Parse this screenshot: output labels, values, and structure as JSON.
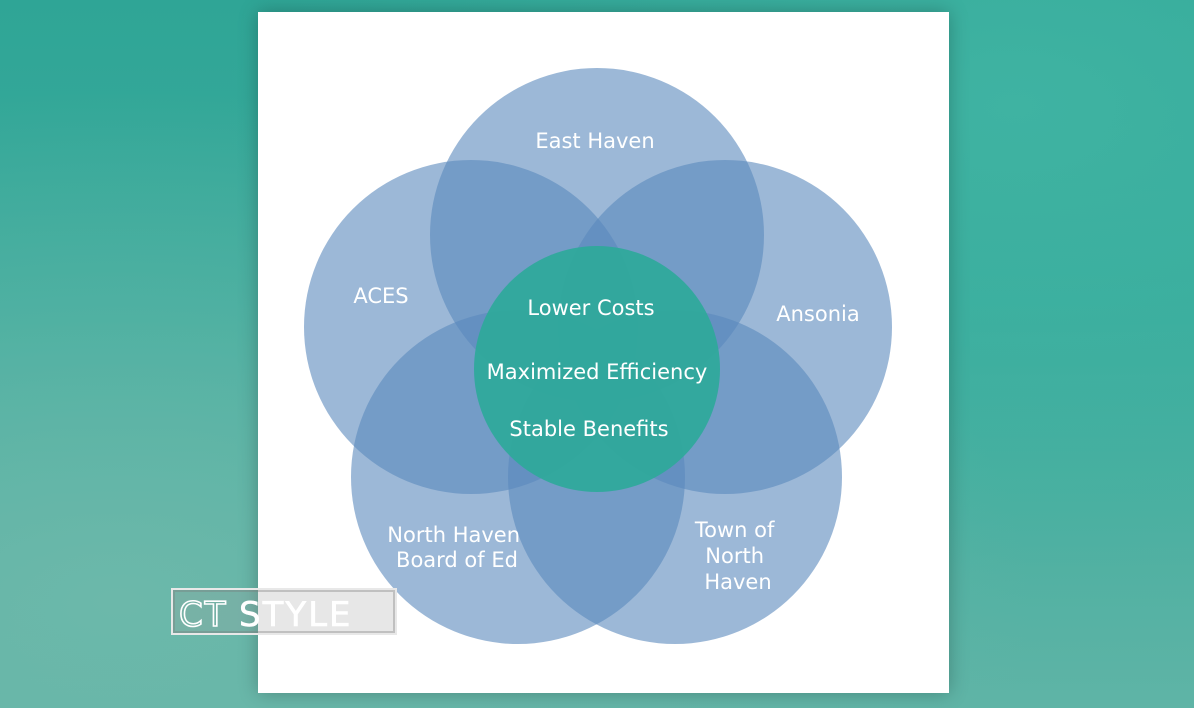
{
  "diagram": {
    "circles": [
      {
        "label": "East Haven"
      },
      {
        "label": "ACES"
      },
      {
        "label": "Ansonia"
      },
      {
        "label_lines": [
          "North Haven",
          "Board of Ed"
        ]
      },
      {
        "label_lines": [
          "Town of",
          "North",
          "Haven"
        ]
      }
    ],
    "center": {
      "lines": [
        "Lower Costs",
        "Maximized Efficiency",
        "Stable Benefits"
      ]
    },
    "colors": {
      "circle_fill": "#5a89bd",
      "center_fill": "#2ea99a",
      "label": "#ffffff",
      "panel": "#ffffff"
    }
  },
  "logo": {
    "part1": "CT",
    "part2": "STYLE"
  }
}
